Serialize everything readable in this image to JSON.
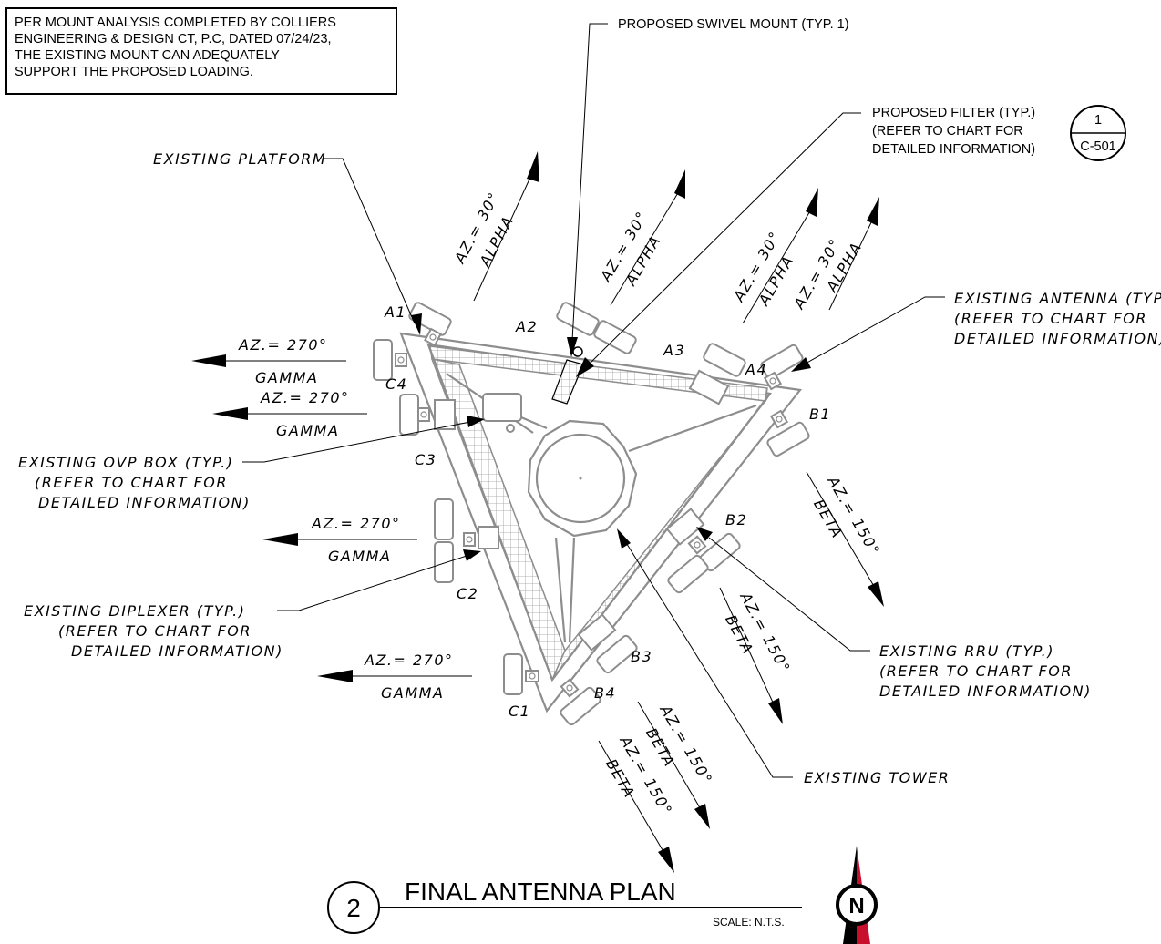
{
  "general_note": [
    "PER MOUNT ANALYSIS COMPLETED BY COLLIERS",
    "ENGINEERING & DESIGN CT, P.C, DATED 07/24/23,",
    "THE EXISTING MOUNT CAN ADEQUATELY",
    "SUPPORT THE PROPOSED LOADING."
  ],
  "callouts": {
    "swivel": "PROPOSED SWIVEL MOUNT (TYP. 1)",
    "filter": [
      "PROPOSED FILTER (TYP.)",
      "(REFER TO CHART FOR",
      "DETAILED INFORMATION)"
    ],
    "platform": "EXISTING PLATFORM",
    "antenna": [
      "EXISTING ANTENNA (TYP.)",
      "(REFER TO CHART FOR",
      "DETAILED INFORMATION)"
    ],
    "ovp": [
      "EXISTING OVP BOX (TYP.)",
      "(REFER TO CHART FOR",
      "DETAILED INFORMATION)"
    ],
    "diplexer": [
      "EXISTING DIPLEXER (TYP.)",
      "(REFER TO CHART FOR",
      "DETAILED INFORMATION)"
    ],
    "rru": [
      "EXISTING RRU (TYP.)",
      "(REFER TO CHART FOR",
      "DETAILED INFORMATION)"
    ],
    "tower": "EXISTING TOWER"
  },
  "detail_bubble": {
    "number": "1",
    "sheet": "C-501"
  },
  "azimuth": {
    "alpha": "AZ.= 30°",
    "alpha_name": "ALPHA",
    "beta": "AZ.= 150°",
    "beta_name": "BETA",
    "gamma": "AZ.= 270°",
    "gamma_name": "GAMMA"
  },
  "positions": [
    "A1",
    "A2",
    "A3",
    "A4",
    "B1",
    "B2",
    "B3",
    "B4",
    "C1",
    "C2",
    "C3",
    "C4"
  ],
  "title": {
    "number": "2",
    "text": "FINAL ANTENNA PLAN",
    "scale": "SCALE: N.T.S."
  },
  "north": "N",
  "colors": {
    "steel": "#8d8d8d",
    "line": "#000000",
    "north_red": "#c8102e"
  }
}
